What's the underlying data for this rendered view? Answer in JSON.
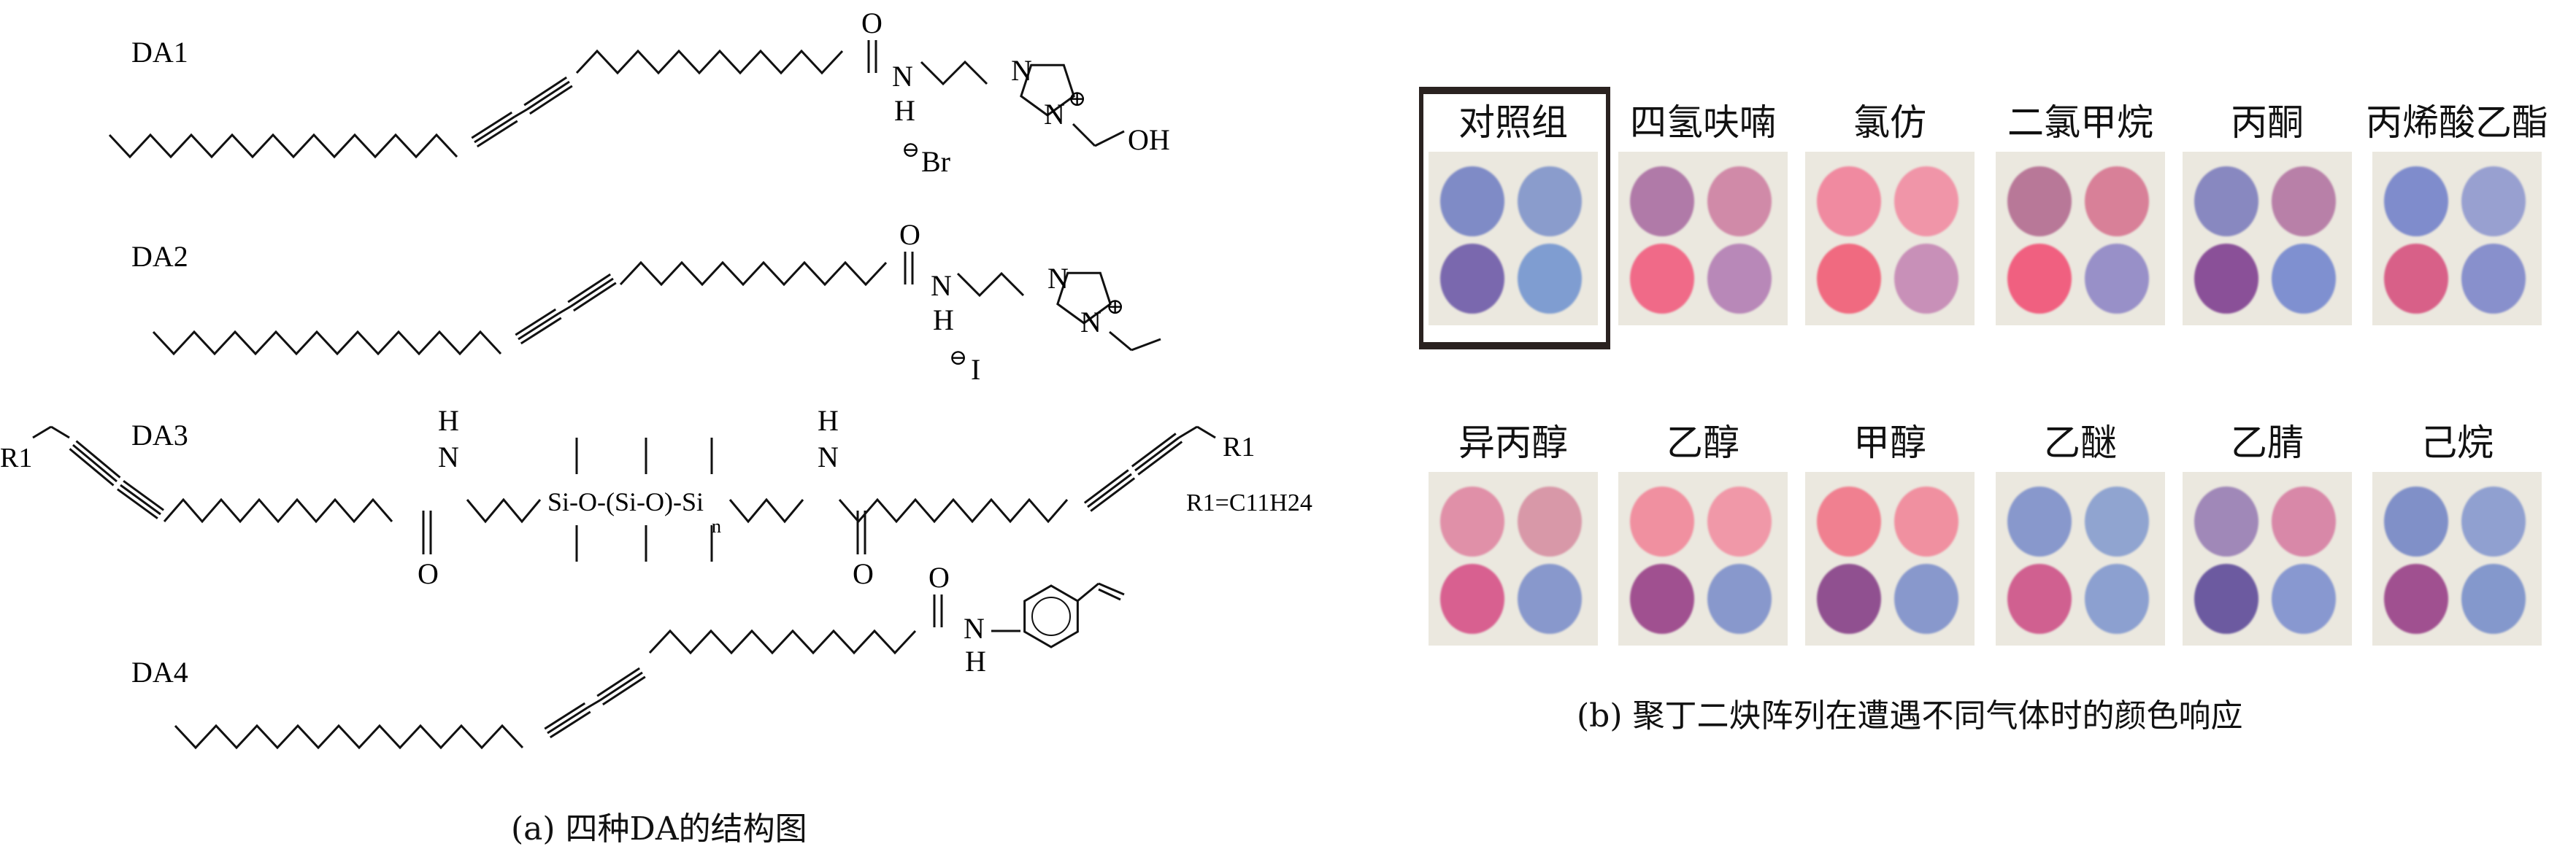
{
  "panel_a": {
    "caption": "(a) 四种DA的结构图",
    "molecules": [
      {
        "label": "DA1",
        "atoms": [
          "O",
          "N",
          "H",
          "N",
          "N",
          "⊕",
          "⊖",
          "Br",
          "OH"
        ]
      },
      {
        "label": "DA2",
        "atoms": [
          "O",
          "N",
          "H",
          "N",
          "N",
          "⊕",
          "⊖",
          "I"
        ]
      },
      {
        "label": "DA3",
        "atoms": [
          "R1",
          "R1",
          "H",
          "N",
          "Si-O-(Si-O)-Si",
          "n",
          "H",
          "N",
          "O",
          "O"
        ],
        "substituent": "R1=C11H24"
      },
      {
        "label": "DA4",
        "atoms": [
          "O",
          "N",
          "H"
        ]
      }
    ]
  },
  "panel_b": {
    "caption": "(b) 聚丁二炔阵列在遭遇不同气体时的颜色响应",
    "row1": [
      {
        "label": "对照组",
        "colors": [
          "#7f8bc6",
          "#8a9ccc",
          "#7a68ae",
          "#7f9dd1"
        ]
      },
      {
        "label": "四氢呋喃",
        "colors": [
          "#b07aa8",
          "#d08aa8",
          "#f06a88",
          "#b888b8"
        ]
      },
      {
        "label": "氯仿",
        "colors": [
          "#f08aa0",
          "#f095a8",
          "#f06a80",
          "#c890b8"
        ]
      },
      {
        "label": "二氯甲烷",
        "colors": [
          "#b87898",
          "#d88098",
          "#f06080",
          "#9890c8"
        ]
      },
      {
        "label": "丙酮",
        "colors": [
          "#8888c0",
          "#b880a8",
          "#8a5098",
          "#7f90d0"
        ]
      },
      {
        "label": "丙烯酸乙酯",
        "colors": [
          "#7f8ccc",
          "#98a0d0",
          "#d86088",
          "#8890cc"
        ]
      }
    ],
    "row2": [
      {
        "label": "异丙醇",
        "colors": [
          "#e090a8",
          "#d898a8",
          "#d86090",
          "#8898cc"
        ]
      },
      {
        "label": "乙醇",
        "colors": [
          "#f090a0",
          "#f098a8",
          "#a05090",
          "#8898cc"
        ]
      },
      {
        "label": "甲醇",
        "colors": [
          "#f08090",
          "#f090a0",
          "#905090",
          "#8898cc"
        ]
      },
      {
        "label": "乙醚",
        "colors": [
          "#8898cc",
          "#90a4d0",
          "#d06090",
          "#8ca0d0"
        ]
      },
      {
        "label": "乙腈",
        "colors": [
          "#a088b8",
          "#d888a8",
          "#6c5aa0",
          "#8898d0"
        ]
      },
      {
        "label": "己烷",
        "colors": [
          "#8090c8",
          "#90a0d0",
          "#a05090",
          "#8498cc"
        ]
      }
    ]
  }
}
